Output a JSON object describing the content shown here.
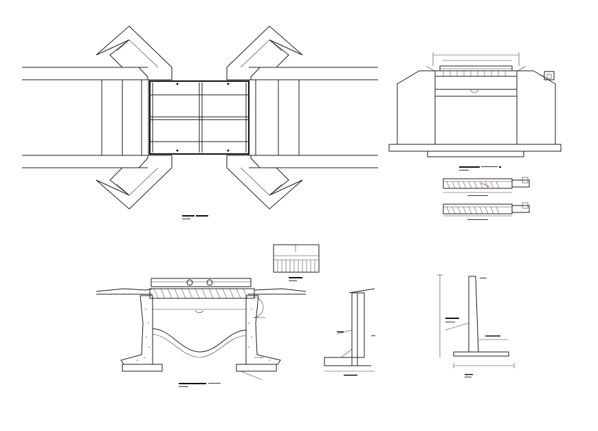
{
  "drawing": {
    "views": [
      {
        "id": "plan-view",
        "caption": "",
        "scale": ""
      },
      {
        "id": "elevation-view",
        "caption": "",
        "scale": ""
      },
      {
        "id": "section-a-view",
        "caption": "",
        "scale": ""
      },
      {
        "id": "section-b-view",
        "caption": "",
        "scale": ""
      },
      {
        "id": "cross-section-view",
        "caption": "",
        "scale": ""
      },
      {
        "id": "railing-detail",
        "caption": "",
        "scale": ""
      },
      {
        "id": "abutment-wall-section",
        "caption": "",
        "scale": ""
      },
      {
        "id": "retaining-wall-section",
        "caption": "",
        "scale": ""
      }
    ],
    "colors": {
      "line": "#1a1a1a",
      "background": "#ffffff",
      "accent": "#c0392b"
    }
  }
}
